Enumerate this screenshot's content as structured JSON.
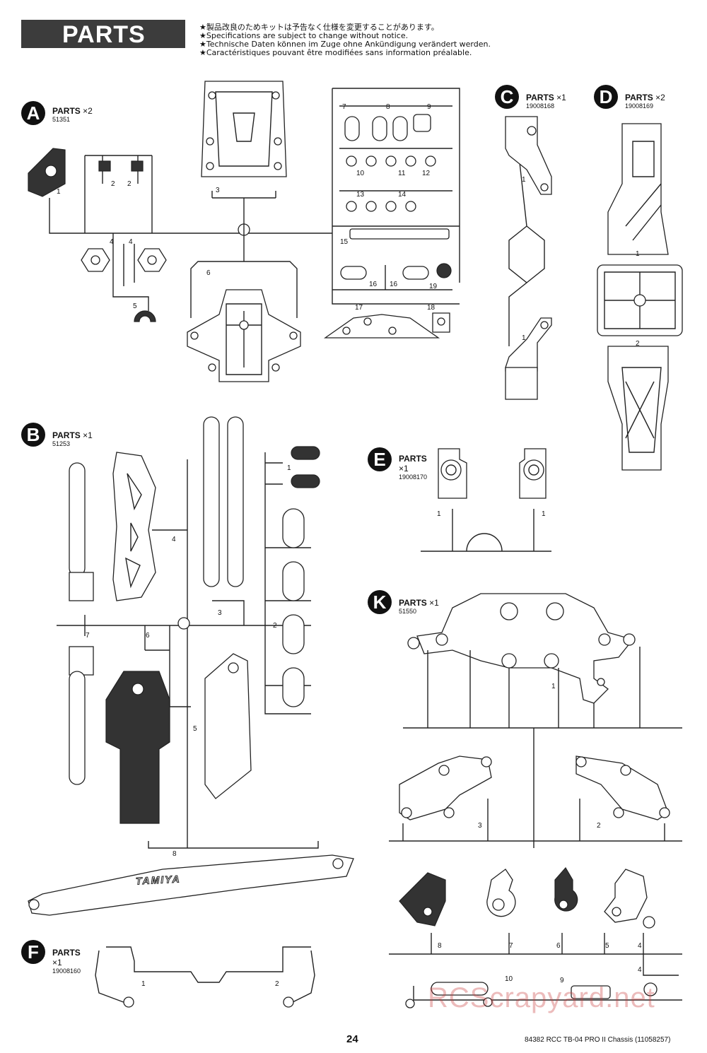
{
  "header": {
    "title": "PARTS",
    "notices": [
      "★製品改良のためキットは予告なく仕様を変更することがあります。",
      "★Specifications are subject to change without notice.",
      "★Technische Daten können im Zuge ohne Ankündigung verändert werden.",
      "★Caractéristiques pouvant être modifiées sans information préalable."
    ]
  },
  "parts": {
    "A": {
      "letter": "A",
      "label": "PARTS",
      "count": "×2",
      "code": "51351"
    },
    "B": {
      "letter": "B",
      "label": "PARTS",
      "count": "×1",
      "code": "51253"
    },
    "C": {
      "letter": "C",
      "label": "PARTS",
      "count": "×1",
      "code": "19008168"
    },
    "D": {
      "letter": "D",
      "label": "PARTS",
      "count": "×2",
      "code": "19008169"
    },
    "E": {
      "letter": "E",
      "label": "PARTS",
      "count": "×1",
      "code": "19008170"
    },
    "F": {
      "letter": "F",
      "label": "PARTS",
      "count": "×1",
      "code": "19008160"
    },
    "K": {
      "letter": "K",
      "label": "PARTS",
      "count": "×1",
      "code": "51550"
    }
  },
  "tamiya_logo": "TAMIYA",
  "footer": {
    "page_number": "24",
    "text": "84382  RCC TB-04 PRO II Chassis (11058257)"
  },
  "watermark": "RCScrapyard.net"
}
